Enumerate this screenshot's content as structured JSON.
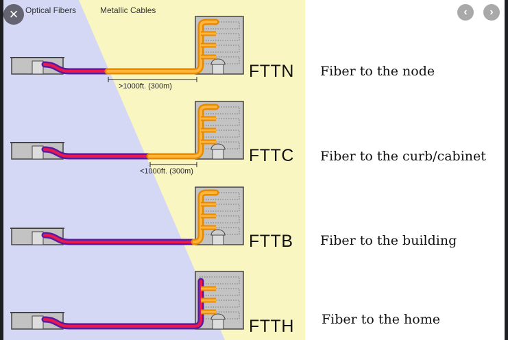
{
  "viewer": {
    "close_icon": "×",
    "prev_icon": "‹",
    "next_icon": "›"
  },
  "diagram": {
    "zones": {
      "optical": "Optical Fibers",
      "metallic": "Metallic Cables"
    },
    "colors": {
      "optical_zone": "#d4d8f4",
      "metallic_zone": "#f9f6c1",
      "fiber_outer": "#5b1aa0",
      "fiber_inner": "#e8194f",
      "copper_outer": "#e88a00",
      "copper_inner": "#ffb43c",
      "building": "#c3c3c3"
    },
    "rows": [
      {
        "code": "FTTN",
        "description": "Fiber to the node",
        "distance": ">1000ft. (300m)"
      },
      {
        "code": "FTTC",
        "description": "Fiber to the curb/cabinet",
        "distance": "<1000ft. (300m)"
      },
      {
        "code": "FTTB",
        "description": "Fiber to the building",
        "distance": ""
      },
      {
        "code": "FTTH",
        "description": "Fiber to the home",
        "distance": ""
      }
    ]
  }
}
